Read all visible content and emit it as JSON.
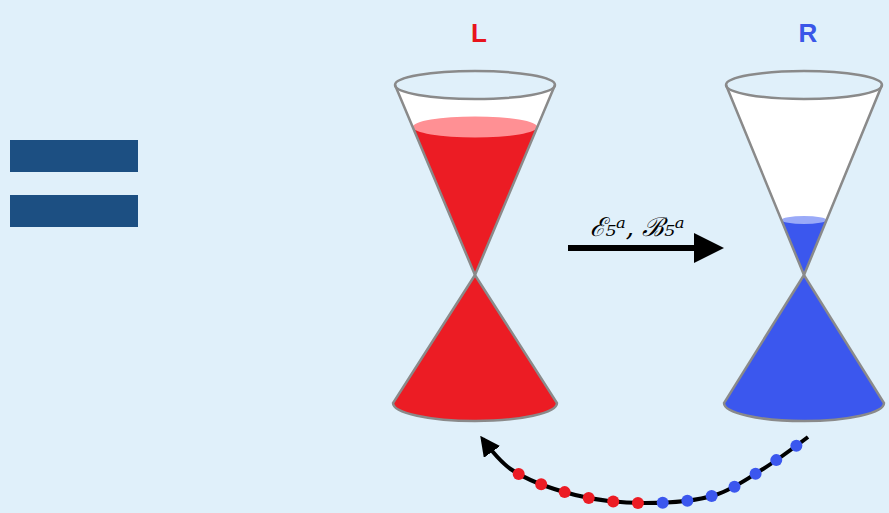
{
  "diagram": {
    "nodes": [
      {
        "text": [
          "L"
        ]
      },
      {
        "text": [
          "R"
        ]
      }
    ],
    "edges": [
      {
        "from": 0,
        "to": 1,
        "arrow": "to",
        "label": "ℰ₅ᵃ, ℬ₅ᵃ"
      },
      {
        "from": 1,
        "to": 0,
        "arrow": "to"
      }
    ]
  }
}
